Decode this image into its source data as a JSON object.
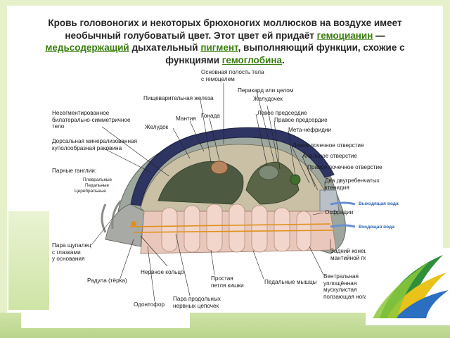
{
  "heading": {
    "line1": "Кровь головоногих и некоторых брюхоногих моллюсков на воздухе имеет",
    "line2_pre": "необычный голубоватый цвет. Этот цвет ей придаёт ",
    "term_hemocyanin": "гемоцианин",
    "line2_post": " —",
    "term_copper": "медьсодержащий",
    "line3_mid": " дыхательный ",
    "term_pigment": "пигмент",
    "line3_post": ", выполняющий функции, схожие с",
    "line4_pre": "функциями ",
    "term_hemoglobin": "гемоглобина",
    "line4_post": "."
  },
  "labels": {
    "main_cavity": "Основная полость тела\nс гемоцелем",
    "pericardium": "Перикард или целом",
    "digestive_gland": "Пищеварительная железа",
    "stomach_top": "Желудочек",
    "unsegmented": "Несегментированное\nбилатерально-симметричное\nтело",
    "mantle": "Мантия",
    "gonad": "Гонада",
    "left_atrium": "Левое предсердие",
    "right_atrium": "Правое предсердие",
    "stomach": "Желудок",
    "metanephridia": "Мета-нефридии",
    "dorsal_shell": "Дорсальная минерализованная\nкуполообразная раковина",
    "left_renal": "Левое почечное отверстие",
    "anal": "Анальное отверстие",
    "right_renal": "Правое почечное отверстие",
    "ganglia": "Парные ганглии:",
    "pleural": "Плевральные",
    "pedal": "Педальные",
    "cerebral": "Церебральные",
    "ctenidia": "Два двугребенчатых\nктенидия",
    "outgoing_water": "Выходящая вода",
    "osphradia": "Осфрадии",
    "incoming_water": "Входящая вода",
    "tentacles": "Пара щупалец\nс глазками\nу основания",
    "rear_end": "Задний конец\nмантийной полости",
    "nerve_ring": "Нервное кольцо",
    "radula": "Радула (тёрка)",
    "simple_loop": "Простая\nпетля кишки",
    "pedal_muscles": "Педальные мышцы",
    "ventral_foot": "Вентральная\nуплощённая\nмускулистая\nползающая нога",
    "odontophore": "Одонтофор",
    "nerve_cords": "Пара продольных\nнервных цепочек"
  },
  "colors": {
    "term": "#3a7d10",
    "frame": "#e6f1cc",
    "shell": "#2e3563",
    "body": "#9aa39a",
    "foot": "#e7c3b5",
    "nerve": "#e0901a"
  }
}
